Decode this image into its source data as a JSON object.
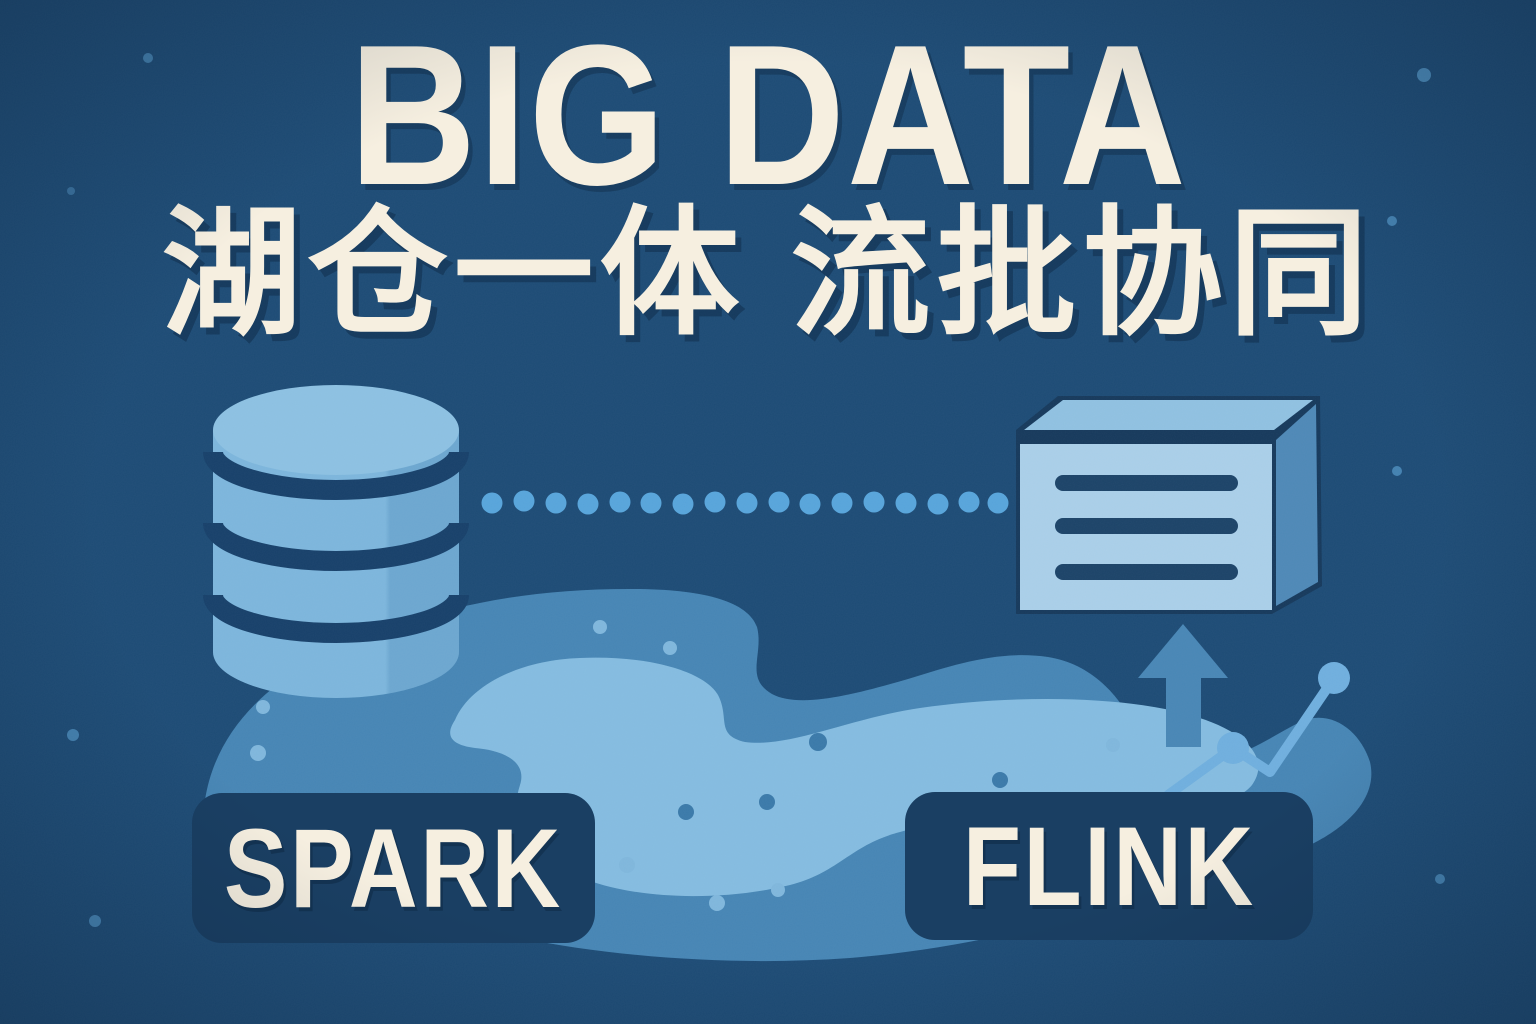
{
  "poster": {
    "title": "BIG DATA",
    "subtitle": "湖仓一体 流批协同",
    "badge_left": "SPARK",
    "badge_right": "FLINK"
  },
  "icons": {
    "database": "database-cylinder-icon",
    "warehouse": "warehouse-box-icon",
    "connector": "dotted-connector-line",
    "arrow": "up-arrow-icon",
    "chart": "line-chart-icon",
    "lake": "data-lake-shape",
    "stars": "star-dots"
  },
  "colors": {
    "background": "#1D4B75",
    "badge_navy": "#1A3F63",
    "text_cream": "#F6EFE0",
    "lake_outer": "#4685B4",
    "lake_inner": "#84BBDF",
    "cylinder_body": "#7CB5DB",
    "cylinder_band": "#17406A",
    "box_front": "#A9CEE8",
    "box_top": "#8FC0E0",
    "box_side": "#4E88B6",
    "box_bar": "#1C4368",
    "connector_dot": "#57A4DA",
    "arrow_blue": "#4886B5",
    "chart_line": "#6FAEDD",
    "star": "#4E8FBF"
  }
}
